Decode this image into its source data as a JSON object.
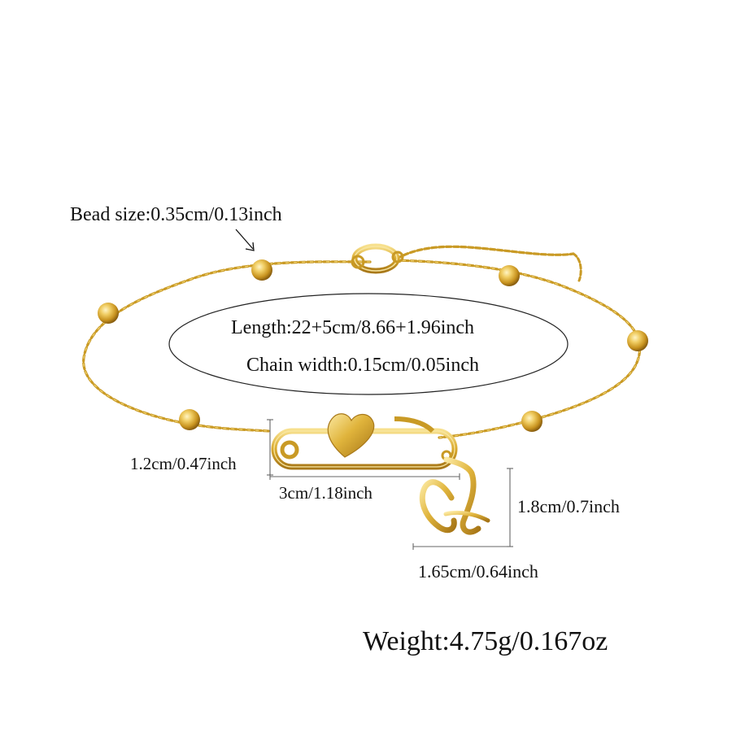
{
  "product": {
    "bead_size": "Bead size:0.35cm/0.13inch",
    "length": "Length:22+5cm/8.66+1.96inch",
    "chain_width": "Chain width:0.15cm/0.05inch",
    "pin_height": "1.2cm/0.47inch",
    "pin_width": "3cm/1.18inch",
    "charm_height": "1.8cm/0.7inch",
    "charm_width": "1.65cm/0.64inch",
    "weight": "Weight:4.75g/0.167oz"
  },
  "colors": {
    "gold": "#d9a92e",
    "gold_light": "#f6df8a",
    "gold_dark": "#a9791a",
    "line": "#111111",
    "background": "#ffffff"
  }
}
